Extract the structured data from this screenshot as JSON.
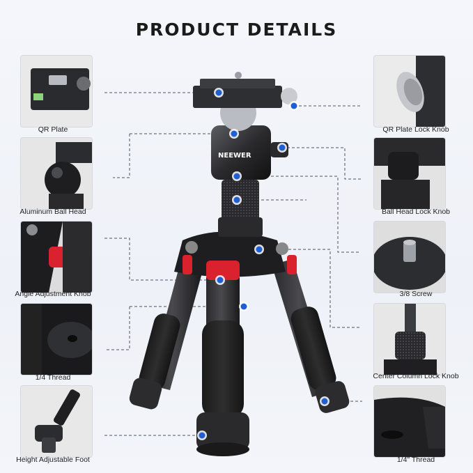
{
  "title": "PRODUCT DETAILS",
  "brand": "NEEWER",
  "left_features": [
    {
      "label": "QR Plate",
      "icon": "qr-plate-thumbnail"
    },
    {
      "label": "Aluminum Ball Head",
      "icon": "ball-head-thumbnail"
    },
    {
      "label": "Angle Adjustment Knob",
      "icon": "angle-knob-thumbnail"
    },
    {
      "label": "1/4 Thread",
      "icon": "quarter-thread-thumbnail"
    },
    {
      "label": "Height Adjustable Foot",
      "icon": "adjustable-foot-thumbnail"
    }
  ],
  "right_features": [
    {
      "label": "QR Plate Lock Knob",
      "icon": "lock-knob-thumbnail"
    },
    {
      "label": "Ball Head Lock Knob",
      "icon": "ball-lock-knob-thumbnail"
    },
    {
      "label": "3/8 Screw",
      "icon": "three-eighths-screw-thumbnail"
    },
    {
      "label": "Center Column Lock Knob",
      "icon": "center-column-thumbnail"
    },
    {
      "label": "1/4\" Thread",
      "icon": "quarter-inch-thread-thumbnail"
    }
  ],
  "colors": {
    "marker": "#1f5fd1",
    "accent_red": "#d9222e",
    "leader_line": "#4a5366",
    "tripod_body": "#1c1c1e"
  }
}
